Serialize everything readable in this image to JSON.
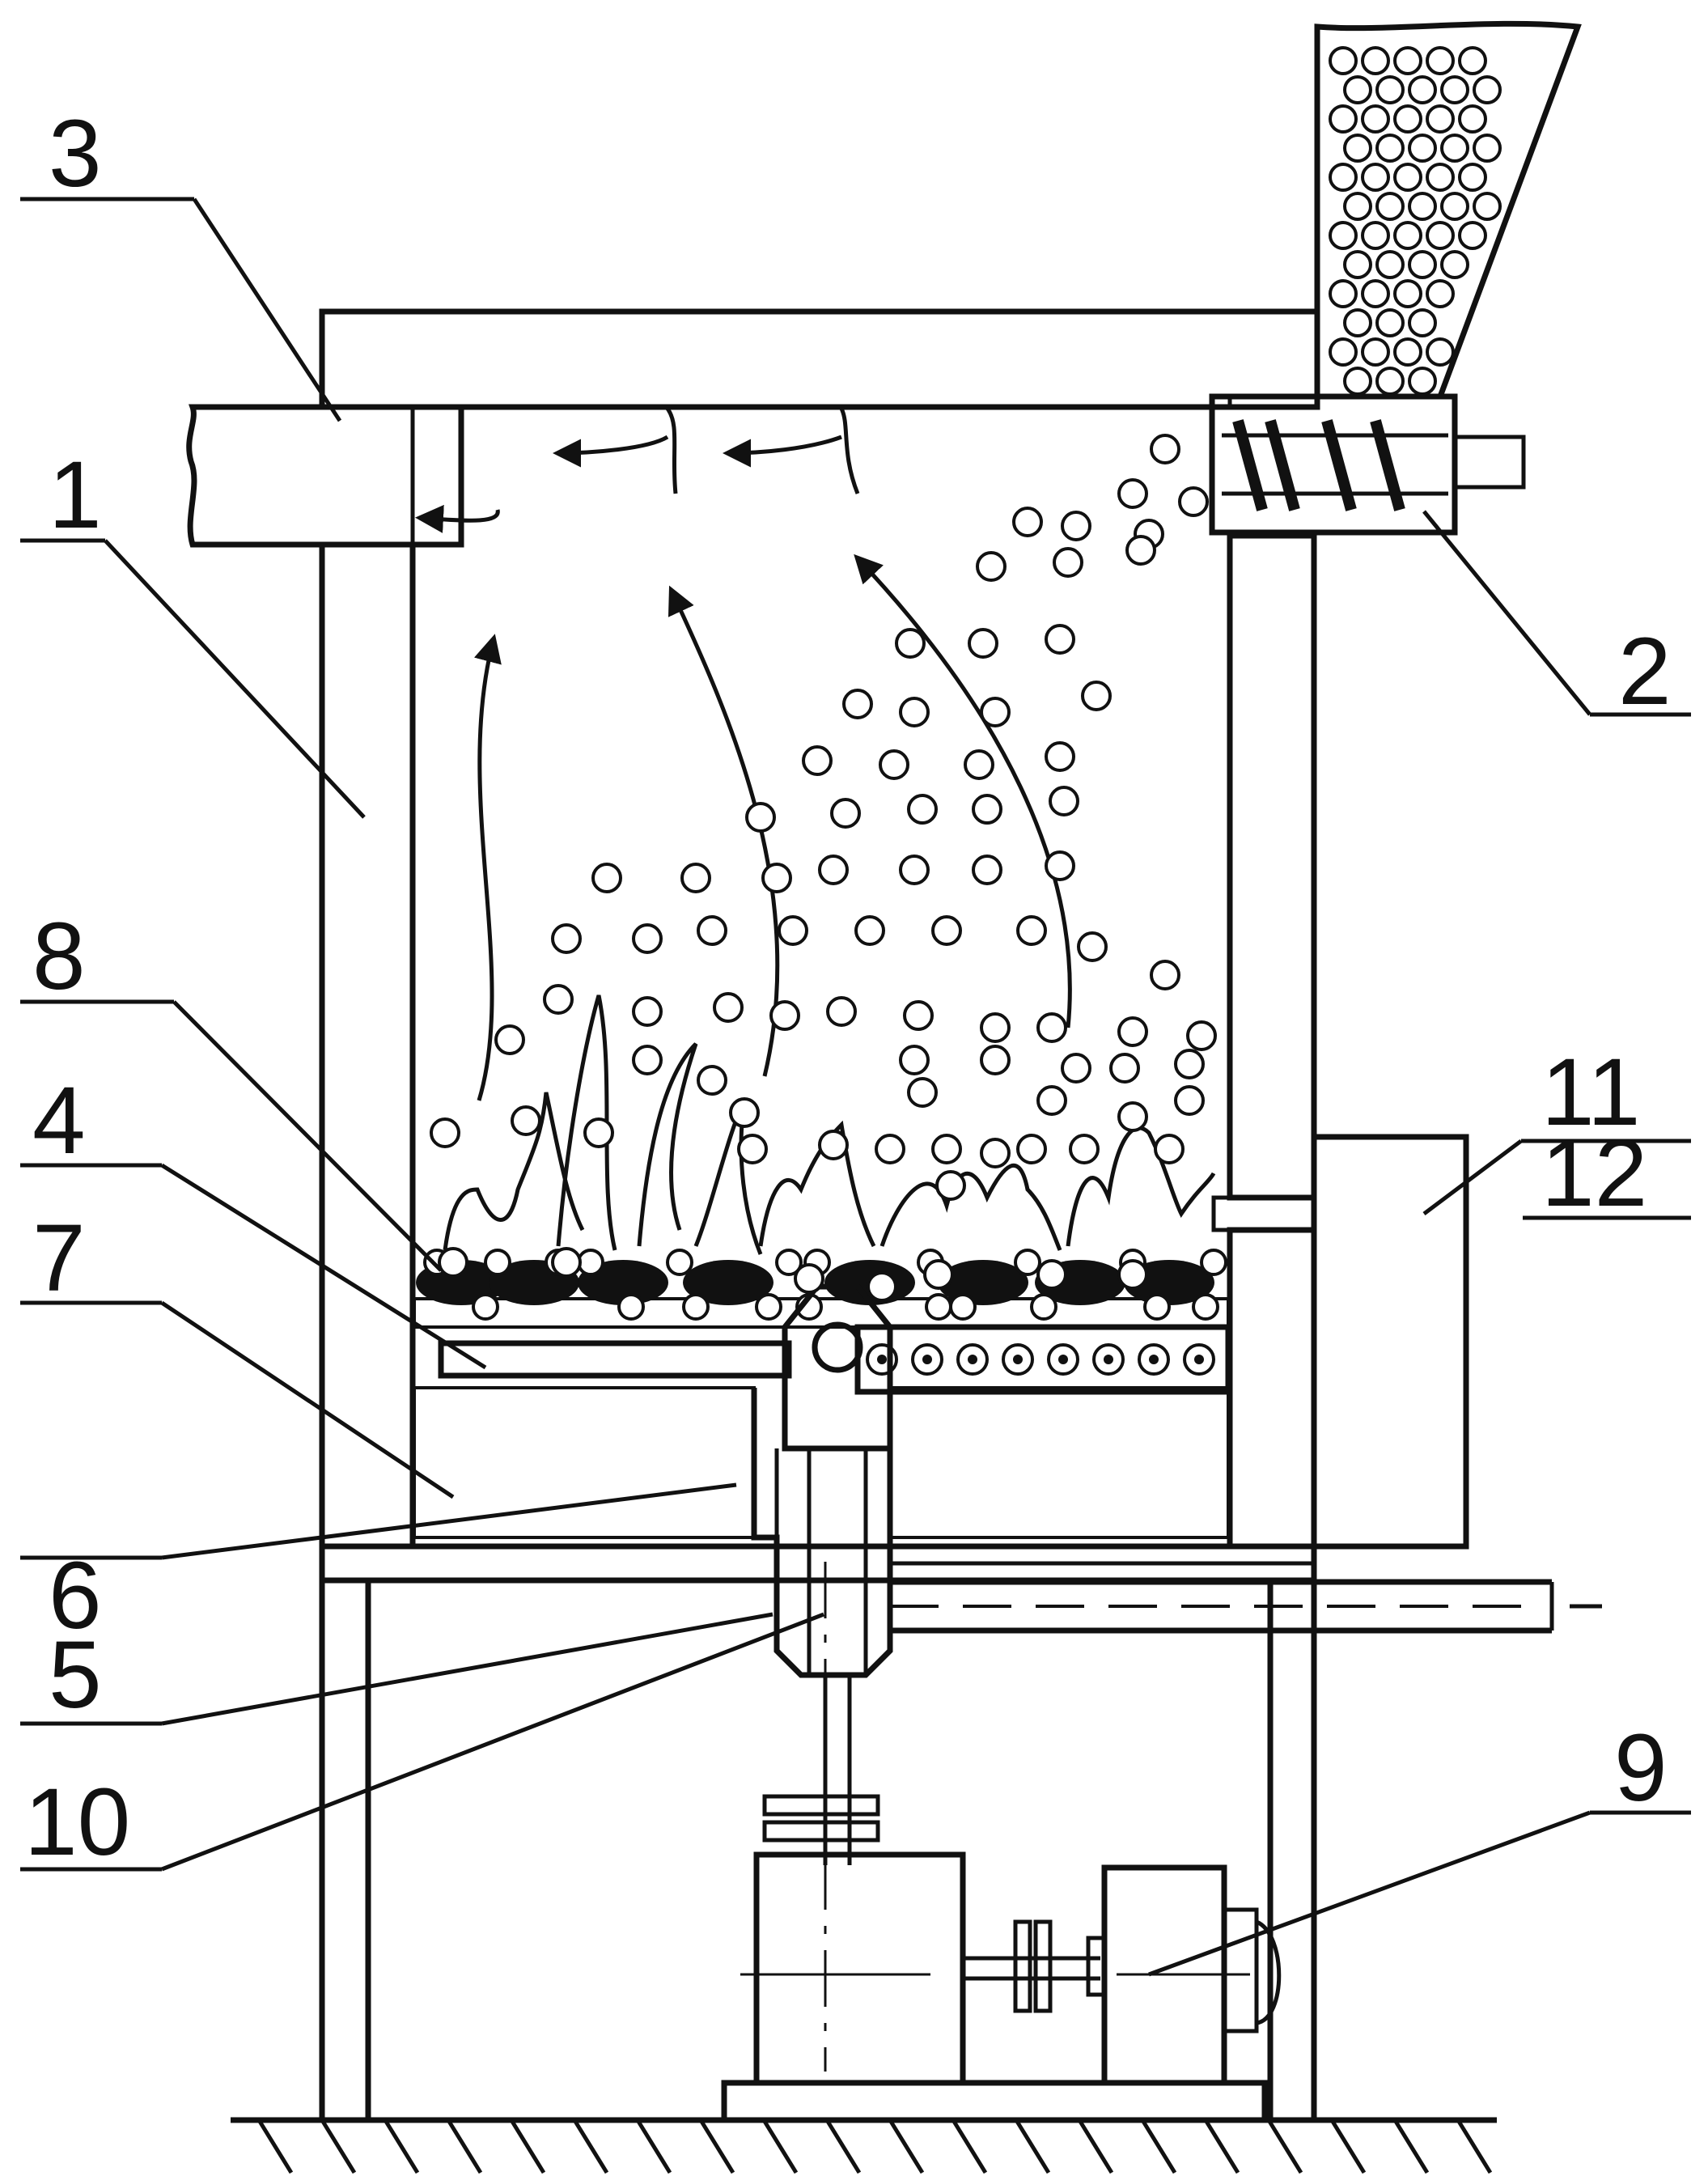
{
  "labels": {
    "l1": "1",
    "l2": "2",
    "l3": "3",
    "l4": "4",
    "l5": "5",
    "l6": "6",
    "l7": "7",
    "l8": "8",
    "l9": "9",
    "l10": "10",
    "l11": "11",
    "l12": "12"
  },
  "colors": {
    "ink": "#111111",
    "paper": "#ffffff",
    "fuel_bed": "#111111"
  }
}
